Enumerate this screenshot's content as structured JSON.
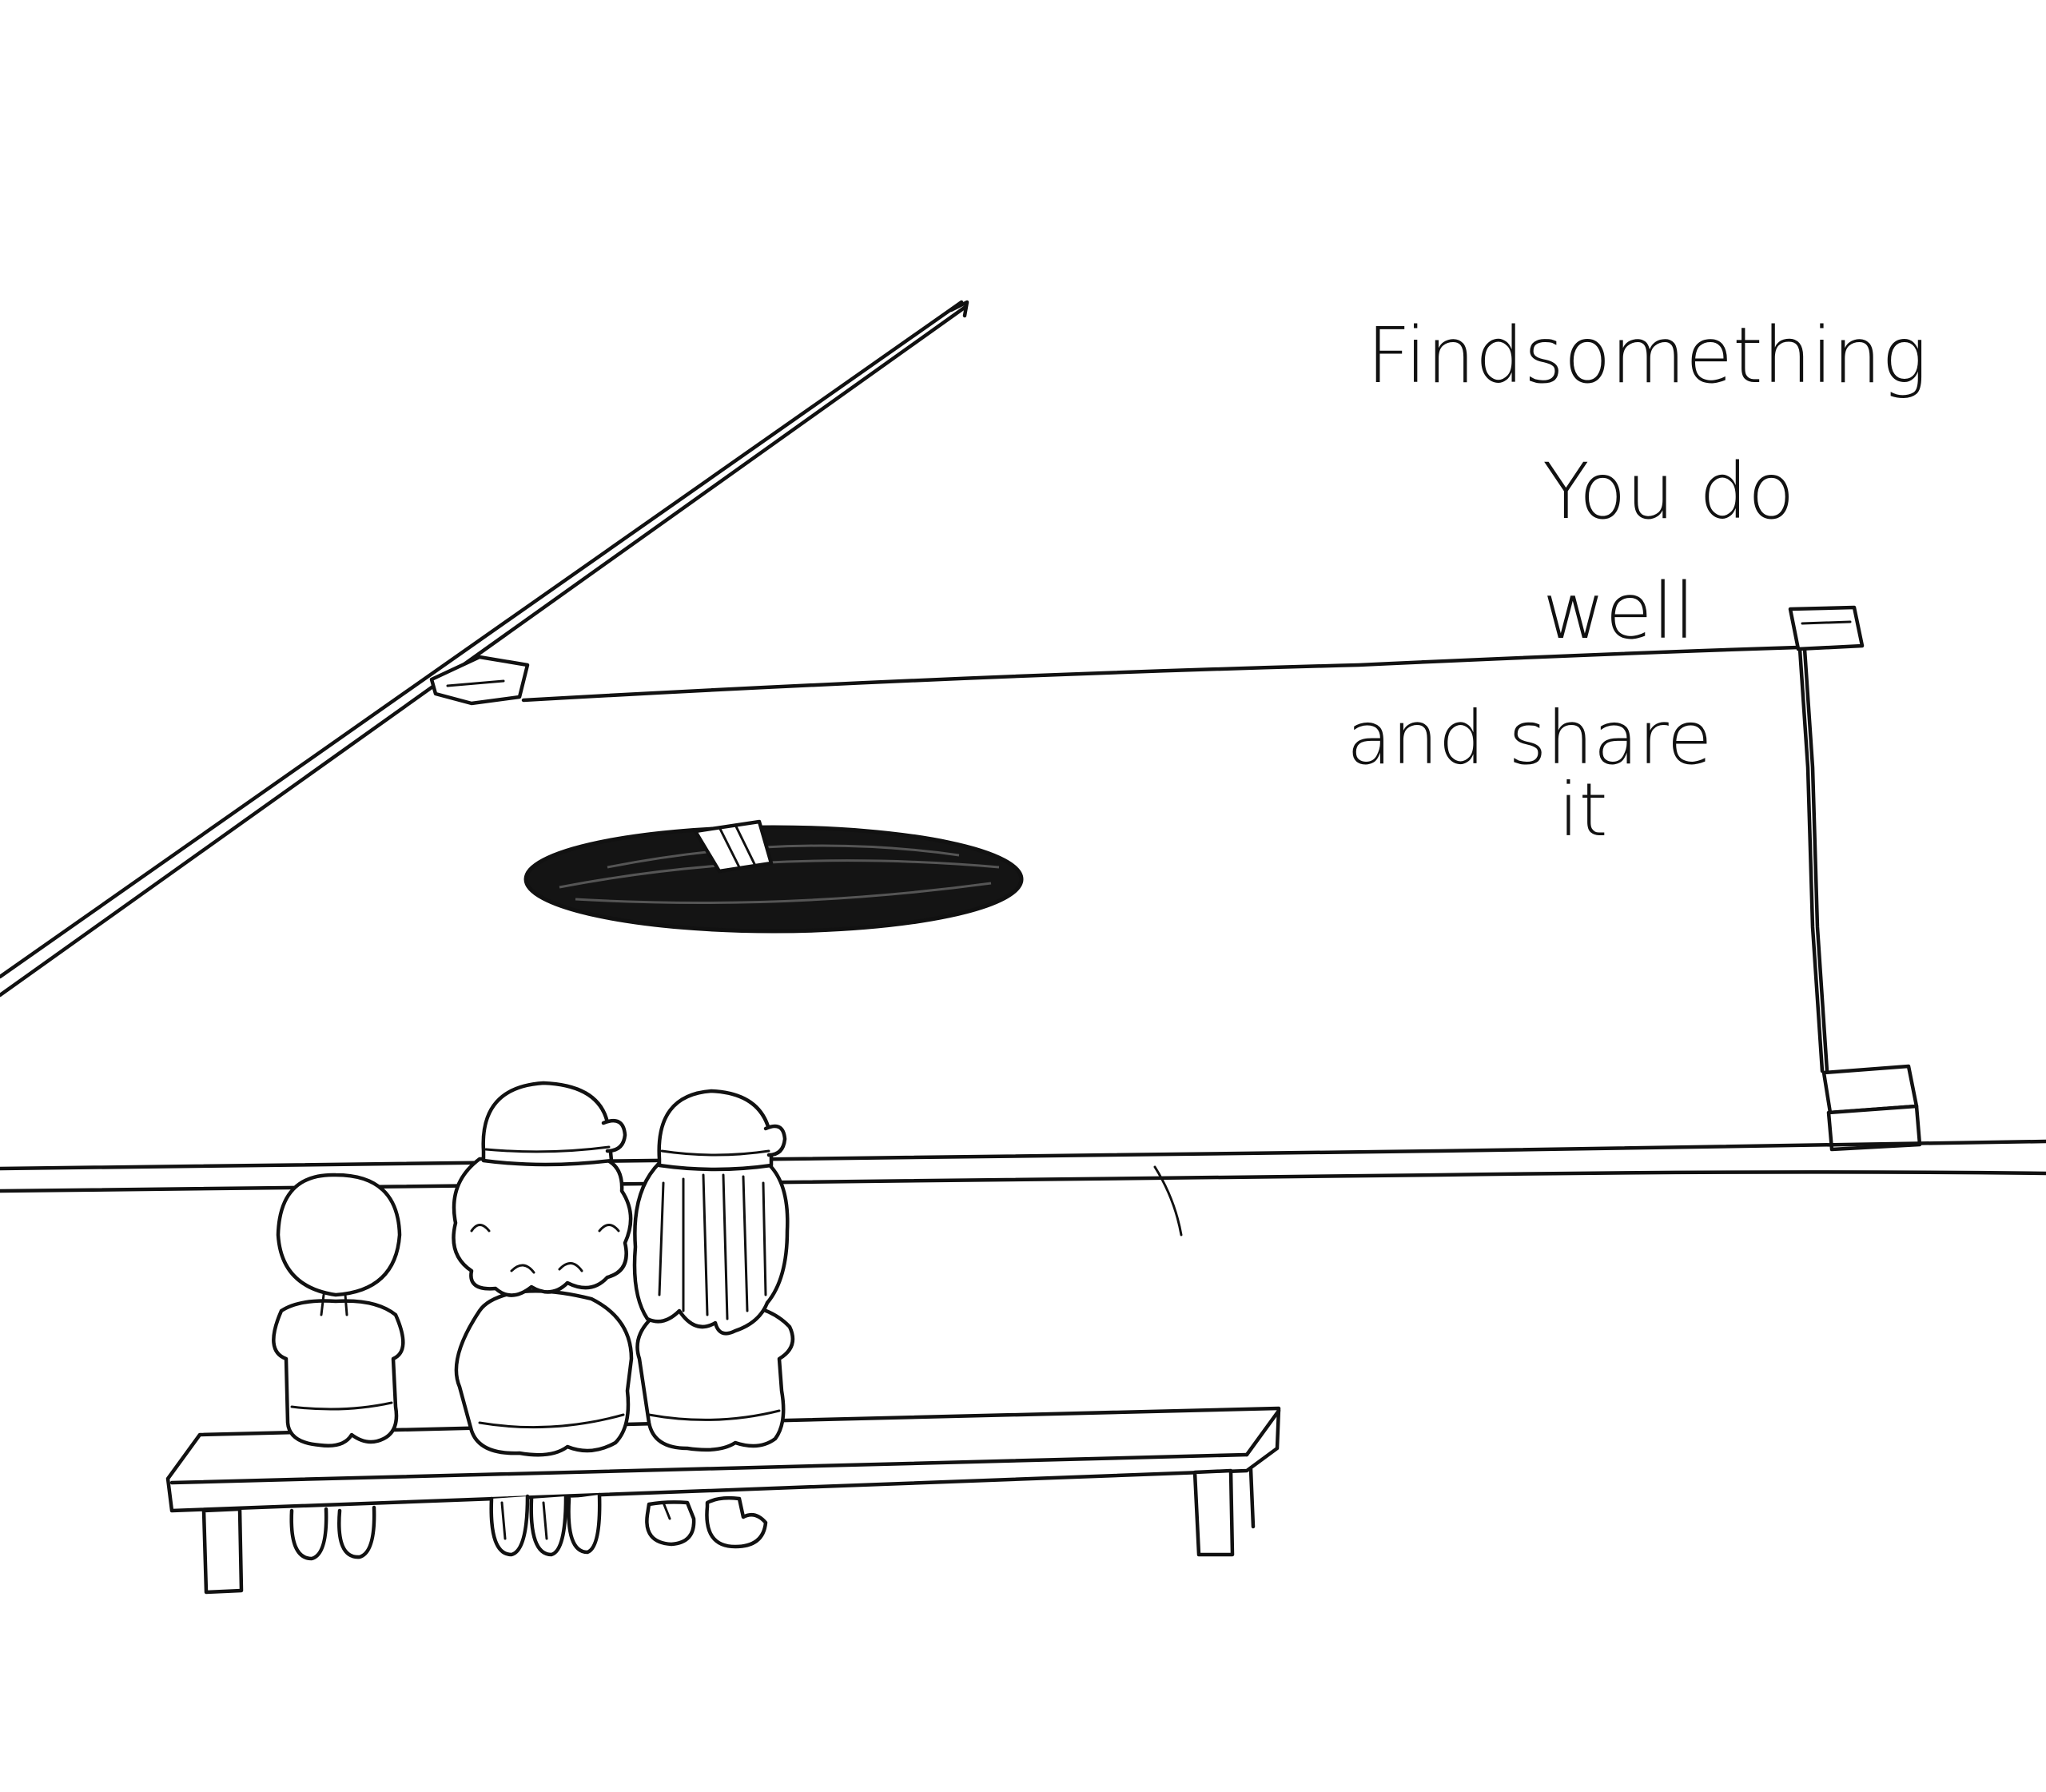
{
  "caption": {
    "line1": "Findsomething",
    "line2": "You do",
    "line3": "well",
    "line4": "and share",
    "line5": "it"
  },
  "colors": {
    "ink": "#111111",
    "paper": "#ffffff"
  },
  "icons": {
    "children": "three-children-on-bench",
    "bench": "bench",
    "fishing-rod": "fishing-rod",
    "flag": "flag-pole",
    "pond": "pond-hole"
  }
}
